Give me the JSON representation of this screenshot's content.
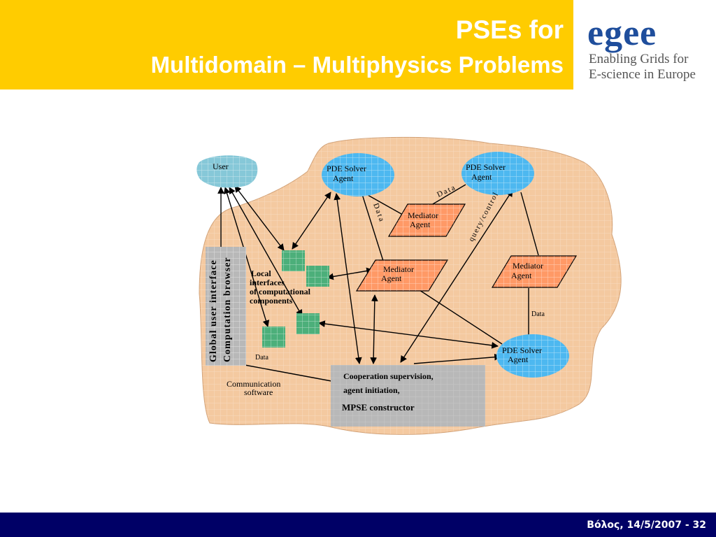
{
  "header": {
    "title_line1": "PSEs for",
    "title_line2": "Multidomain – Multiphysics Problems"
  },
  "logo": {
    "wordmark": "egee",
    "tagline_line1": "Enabling Grids for",
    "tagline_line2": "E-science in Europe"
  },
  "diagram": {
    "user": "User",
    "pde_solver_1": [
      "PDE Solver",
      "Agent"
    ],
    "pde_solver_2": [
      "PDE Solver",
      "Agent"
    ],
    "pde_solver_3": [
      "PDE Solver",
      "Agent"
    ],
    "mediator_1": [
      "Mediator",
      "Agent"
    ],
    "mediator_2": [
      "Mediator",
      "Agent"
    ],
    "mediator_3": [
      "Mediator",
      "Agent"
    ],
    "gui_line1": "Global user interface",
    "gui_line2": "Computation browser",
    "local_interfaces": [
      "Local",
      "interfaces",
      "of computational",
      "components"
    ],
    "data_label_1": "Data",
    "data_label_2": "Data",
    "data_label_3": "Data",
    "data_label_4": "Data",
    "query_control": "query/control",
    "comm_software": [
      "Communication",
      "software"
    ],
    "cooperation": [
      "Cooperation supervision,",
      "agent initiation,",
      "MPSE constructor"
    ]
  },
  "footer": {
    "text": "Βόλος,  14/5/2007 - 32"
  },
  "colors": {
    "header_bg": "#FFCC00",
    "footer_bg": "#000066",
    "blob": "#F4C9A0",
    "solver": "#4DB8F0",
    "user": "#86C8D8",
    "mediator": "#FF9966",
    "component": "#4CAF7A",
    "panel": "#B8B8B8",
    "logo_blue": "#1F4E9C"
  }
}
